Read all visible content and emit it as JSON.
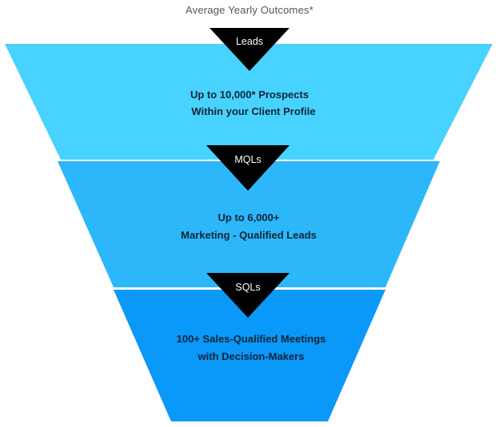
{
  "title": "Average Yearly Outcomes*",
  "colors": {
    "tier_1": "#48d2ff",
    "tier_2": "#2cb7fb",
    "tier_3": "#0a98f9",
    "badge": "#000000",
    "text": "#102436"
  },
  "stages": [
    {
      "badge": "Leads",
      "line_1": "Up to 10,000* Prospects",
      "line_2": "Within your Client Profile"
    },
    {
      "badge": "MQLs",
      "line_1": "Up to 6,000+",
      "line_2": "Marketing - Qualified Leads"
    },
    {
      "badge": "SQLs",
      "line_1": "100+ Sales-Qualified Meetings",
      "line_2": "with Decision-Makers"
    }
  ]
}
